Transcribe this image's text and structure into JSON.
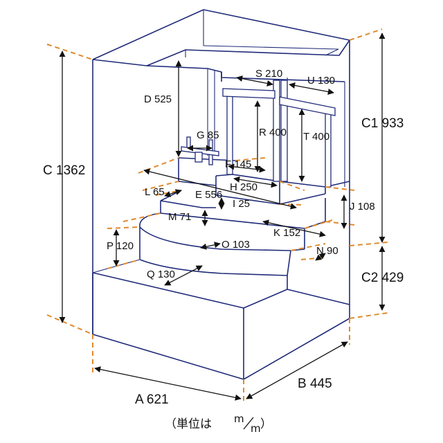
{
  "diagram": {
    "dimensions": {
      "A": "A 621",
      "B": "B 445",
      "C": "C 1362",
      "C1": "C1 933",
      "C2": "C2 429",
      "D": "D 525",
      "E": "E 556",
      "F": "F 145",
      "G": "G 85",
      "H": "H 250",
      "I": "I 25",
      "J": "J 108",
      "K": "K 152",
      "L": "L 65",
      "M": "M 71",
      "N": "N 90",
      "O": "O 103",
      "P": "P 120",
      "Q": "Q 130",
      "R": "R 400",
      "S": "S 210",
      "T": "T 400",
      "U": "U 130"
    },
    "unit_prefix": "（単位は ",
    "unit_num": "m",
    "unit_den": "m",
    "unit_suffix": "）"
  }
}
